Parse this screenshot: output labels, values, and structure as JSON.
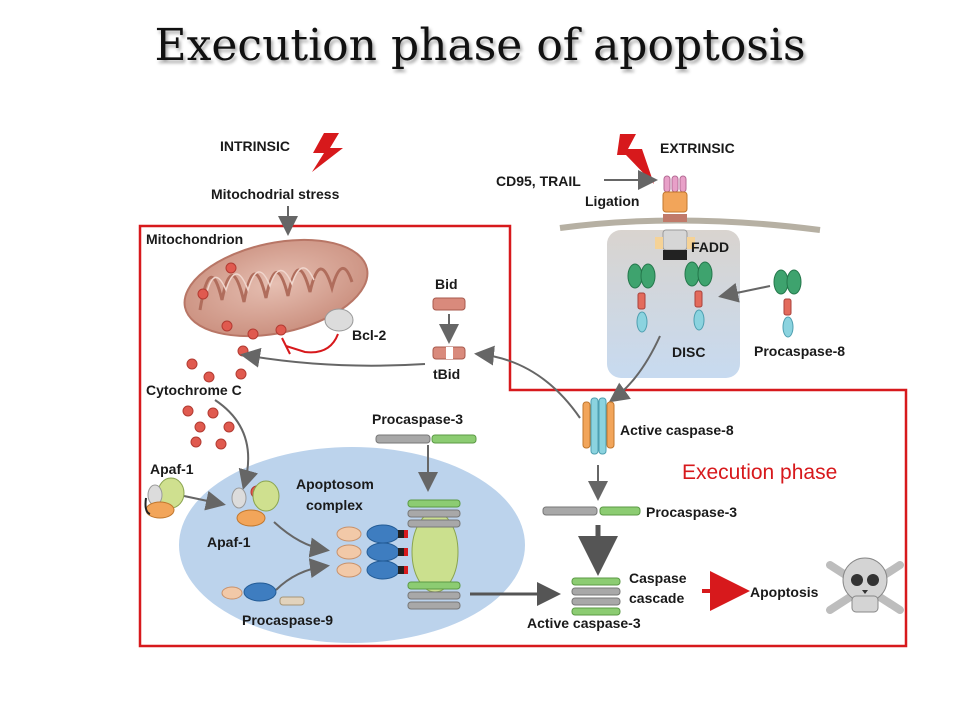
{
  "title": "Execution phase of apoptosis",
  "labels": {
    "intrinsic": "INTRINSIC",
    "mito_stress": "Mitochodrial stress",
    "mitochondrion": "Mitochondrion",
    "bcl2": "Bcl-2",
    "bid": "Bid",
    "tbid": "tBid",
    "cytochrome_c": "Cytochrome C",
    "apaf1_left": "Apaf-1",
    "apaf1_inner": "Apaf-1",
    "apoptosome": "Apoptosom\ncomplex",
    "procaspase9": "Procaspase-9",
    "procaspase3_top": "Procaspase-3",
    "extrinsic": "EXTRINSIC",
    "cd95": "CD95, TRAIL",
    "ligation": "Ligation",
    "fadd": "FADD",
    "disc": "DISC",
    "procaspase8": "Procaspase-8",
    "active_caspase8": "Active caspase-8",
    "execution_phase": "Execution phase",
    "procaspase3_right": "Procaspase-3",
    "caspase_cascade": "Caspase\ncascade",
    "apoptosis": "Apoptosis",
    "active_caspase3": "Active caspase-3"
  },
  "colors": {
    "region_border": "#d7191c",
    "lightning": "#d7191c",
    "mitochondrion": "#d9a89a",
    "apoptosome_bg": "#bcd3ec",
    "disc_bg": "#d7dce6",
    "caspase_green": "#7dc36a",
    "caspase_gray": "#9a9a9a"
  }
}
